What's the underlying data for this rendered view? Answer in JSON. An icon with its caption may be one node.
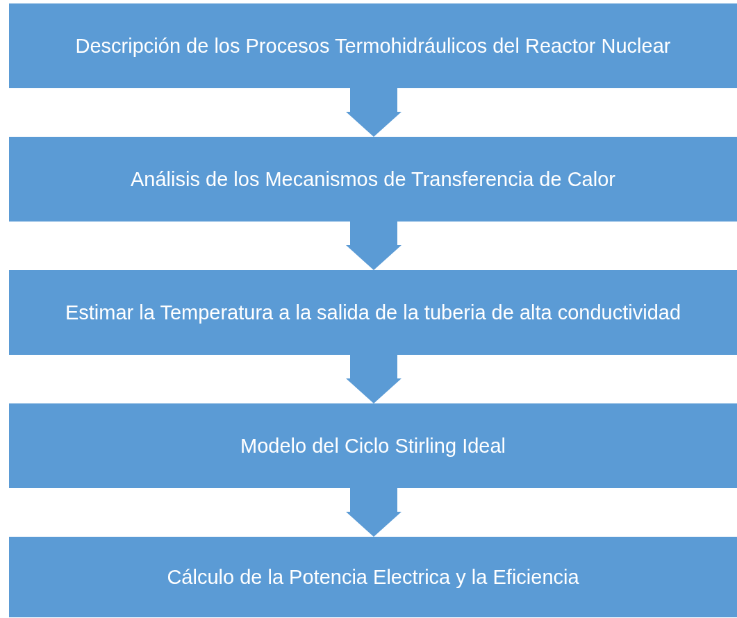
{
  "diagram": {
    "nodes": [
      {
        "text": [
          "Descripción de los Procesos Termohidráulicos del Reactor Nuclear"
        ]
      },
      {
        "text": [
          "Análisis de los Mecanismos de Transferencia de Calor"
        ]
      },
      {
        "text": [
          "Estimar la Temperatura a la salida de la tuberia de alta conductividad"
        ]
      },
      {
        "text": [
          "Modelo del Ciclo Stirling Ideal"
        ]
      },
      {
        "text": [
          "Cálculo de la Potencia Electrica y la Eficiencia"
        ]
      }
    ],
    "edges": [
      {
        "from": 0,
        "to": 1,
        "arrow": "to"
      },
      {
        "from": 1,
        "to": 2,
        "arrow": "to"
      },
      {
        "from": 2,
        "to": 3,
        "arrow": "to"
      },
      {
        "from": 3,
        "to": 4,
        "arrow": "to"
      }
    ]
  }
}
